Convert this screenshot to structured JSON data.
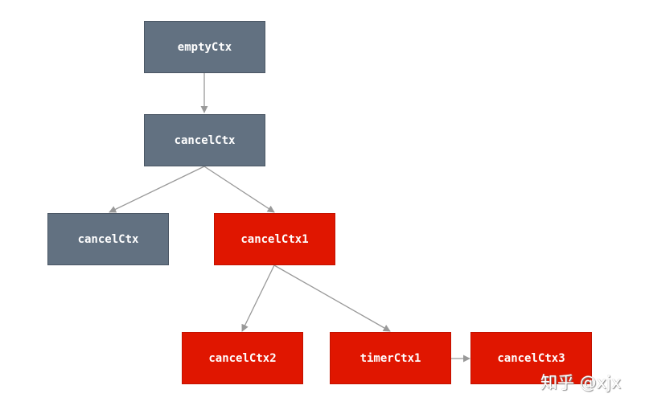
{
  "nodes": {
    "empty_ctx": "emptyCtx",
    "cancel_ctx_root": "cancelCtx",
    "cancel_ctx_left": "cancelCtx",
    "cancel_ctx1": "cancelCtx1",
    "cancel_ctx2": "cancelCtx2",
    "timer_ctx1": "timerCtx1",
    "cancel_ctx3": "cancelCtx3"
  },
  "colors": {
    "gray_node": "#627181",
    "red_node": "#e01600",
    "edge": "#999999"
  },
  "watermark": "知乎 @xjx"
}
